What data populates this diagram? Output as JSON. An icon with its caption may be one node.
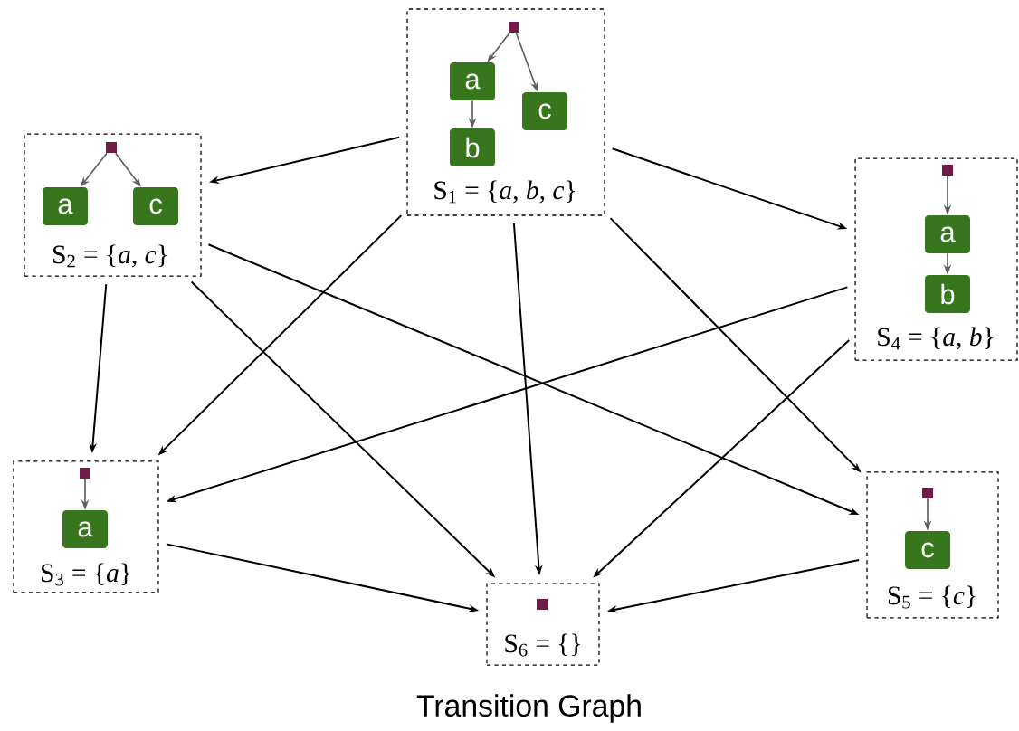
{
  "diagram": {
    "caption": "Transition Graph",
    "nodes": [
      {
        "text": [
          "S$_{1}$ = {*a*, *b*, *c*}"
        ]
      },
      {
        "text": [],
        "shape": "box",
        "in": 0
      },
      {
        "text": [
          "a"
        ],
        "in": 0
      },
      {
        "text": [
          "c"
        ],
        "in": 0
      },
      {
        "text": [
          "b"
        ],
        "in": 0
      },
      {
        "text": [
          "S$_{2}$ = {*a*, *c*}"
        ]
      },
      {
        "text": [],
        "shape": "box",
        "in": 5
      },
      {
        "text": [
          "a"
        ],
        "in": 5
      },
      {
        "text": [
          "c"
        ],
        "in": 5
      },
      {
        "text": [
          "S$_{4}$ = {*a*, *b*}"
        ]
      },
      {
        "text": [],
        "shape": "box",
        "in": 9
      },
      {
        "text": [
          "a"
        ],
        "in": 9
      },
      {
        "text": [
          "b"
        ],
        "in": 9
      },
      {
        "text": [
          "S$_{3}$ = {*a*}"
        ]
      },
      {
        "text": [],
        "shape": "box",
        "in": 13
      },
      {
        "text": [
          "a"
        ],
        "in": 13
      },
      {
        "text": [
          "S$_{5}$ = {*c*}"
        ]
      },
      {
        "text": [],
        "shape": "box",
        "in": 16
      },
      {
        "text": [
          "c"
        ],
        "in": 16
      },
      {
        "text": [
          "S$_{6}$ = {}"
        ]
      },
      {
        "text": [],
        "shape": "box",
        "in": 19
      }
    ],
    "edges": [
      {
        "from": 1,
        "to": 2,
        "arrow": "to",
        "color": "#606060"
      },
      {
        "from": 1,
        "to": 3,
        "arrow": "to",
        "color": "#606060"
      },
      {
        "from": 2,
        "to": 4,
        "arrow": "to",
        "color": "#606060"
      },
      {
        "from": 6,
        "to": 7,
        "arrow": "to",
        "color": "#606060"
      },
      {
        "from": 6,
        "to": 8,
        "arrow": "to",
        "color": "#606060"
      },
      {
        "from": 10,
        "to": 11,
        "arrow": "to",
        "color": "#606060"
      },
      {
        "from": 11,
        "to": 12,
        "arrow": "to",
        "color": "#606060"
      },
      {
        "from": 14,
        "to": 15,
        "arrow": "to",
        "color": "#606060"
      },
      {
        "from": 17,
        "to": 18,
        "arrow": "to",
        "color": "#606060"
      },
      {
        "from": 0,
        "to": 5,
        "arrow": "to"
      },
      {
        "from": 0,
        "to": 9,
        "arrow": "to"
      },
      {
        "from": 0,
        "to": 13,
        "arrow": "to"
      },
      {
        "from": 0,
        "to": 19,
        "arrow": "to"
      },
      {
        "from": 0,
        "to": 16,
        "arrow": "to"
      },
      {
        "from": 5,
        "to": 13,
        "arrow": "to"
      },
      {
        "from": 5,
        "to": 19,
        "arrow": "to"
      },
      {
        "from": 5,
        "to": 16,
        "arrow": "to"
      },
      {
        "from": 9,
        "to": 13,
        "arrow": "to"
      },
      {
        "from": 9,
        "to": 19,
        "arrow": "to"
      },
      {
        "from": 13,
        "to": 19,
        "arrow": "to"
      },
      {
        "from": 16,
        "to": 19,
        "arrow": "to"
      }
    ]
  }
}
